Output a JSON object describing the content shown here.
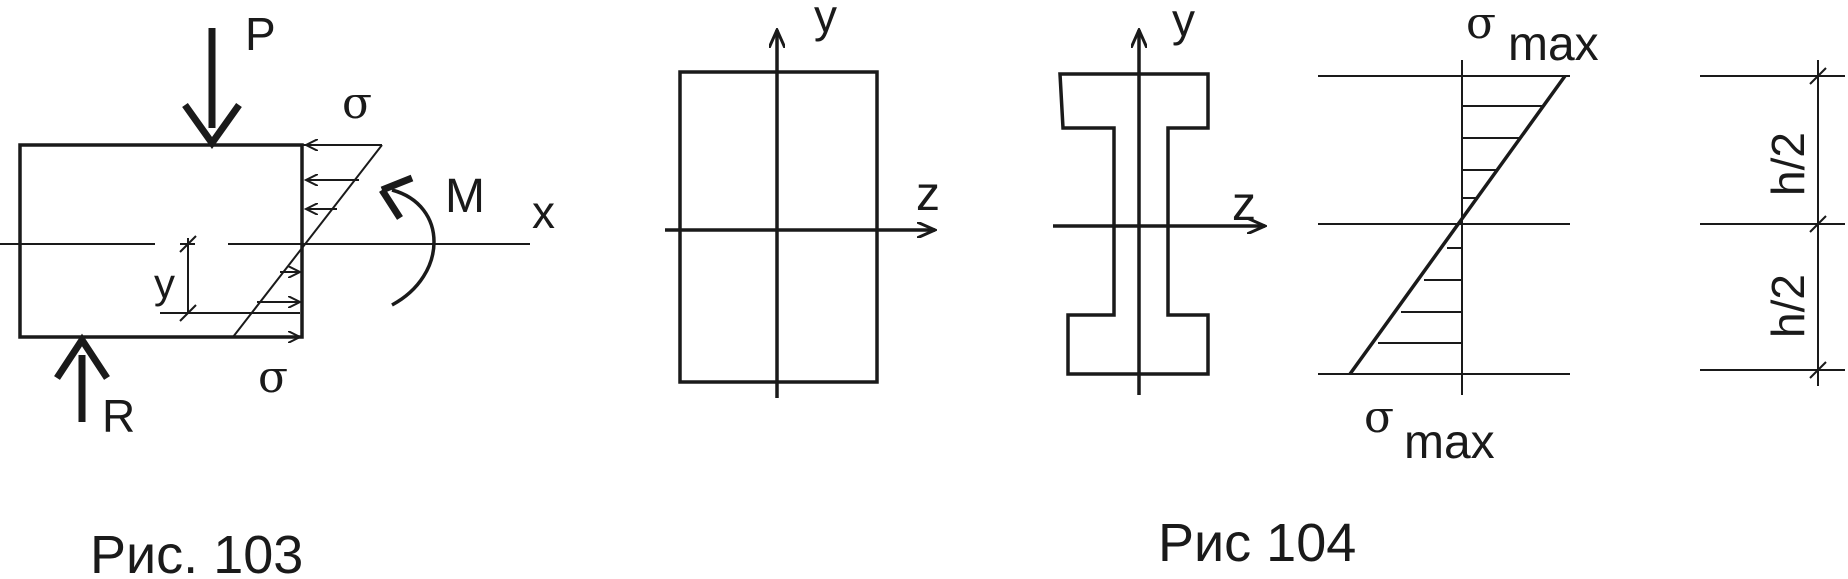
{
  "figures": {
    "fig103": {
      "caption": "Рис. 103",
      "force_top": "P",
      "force_bottom": "R",
      "moment": "M",
      "axis_x": "x",
      "coord_y": "y",
      "stress_top": "σ",
      "stress_bottom": "σ"
    },
    "fig104": {
      "caption": "Рис 104",
      "rect_axis_y": "y",
      "rect_axis_z": "z",
      "ibeam_axis_y": "y",
      "ibeam_axis_z": "z",
      "sigma_top": "σ",
      "max_top": "max",
      "sigma_bottom": "σ",
      "max_bottom": "max",
      "half_height_top": "h/2",
      "half_height_bottom": "h/2"
    }
  }
}
